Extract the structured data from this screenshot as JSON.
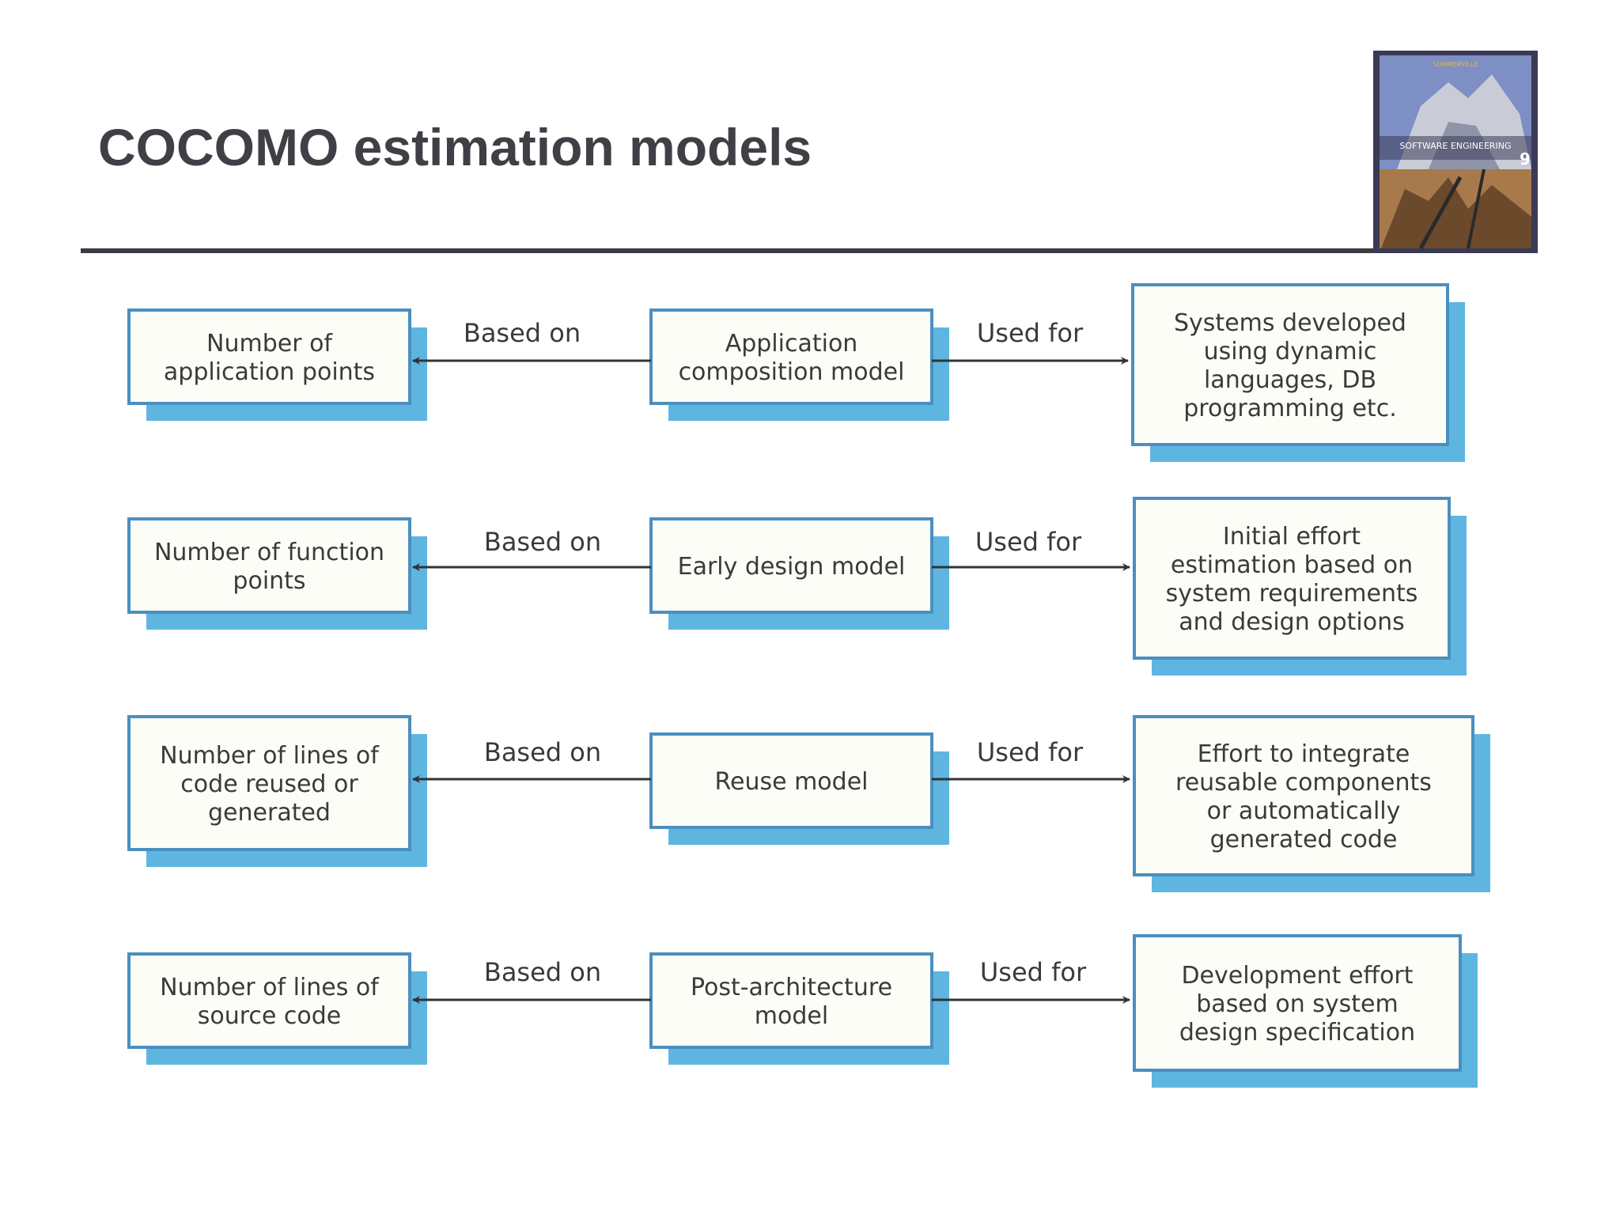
{
  "slide": {
    "title": "COCOMO estimation models"
  },
  "book_cover": {
    "author": "SOMMERVILLE",
    "title": "SOFTWARE ENGINEERING",
    "edition": "9",
    "colors": {
      "sky": "#7d8fc4",
      "frame": "#3a3a55",
      "building": "#a8794a",
      "accent": "#e8b73a"
    }
  },
  "colors": {
    "title": "#3f3f45",
    "rule": "#3c3c44",
    "box_border": "#4a8fc0",
    "box_fill": "#fdfdf7",
    "box_shadow": "#5eb6e0",
    "arrow": "#333333",
    "text": "#3a3a3a"
  },
  "diagram": {
    "left_edge_label": "Based on",
    "right_edge_label": "Used for",
    "rows": [
      {
        "basis": [
          "Number of",
          "application points"
        ],
        "model": [
          "Application",
          "composition model"
        ],
        "usage": [
          "Systems developed",
          "using dynamic",
          "languages, DB",
          "programming etc."
        ]
      },
      {
        "basis": [
          "Number of function",
          "points"
        ],
        "model": [
          "Early design model"
        ],
        "usage": [
          "Initial effort",
          "estimation based on",
          "system requirements",
          "and design options"
        ]
      },
      {
        "basis": [
          "Number of lines of",
          "code reused or",
          "generated"
        ],
        "model": [
          "Reuse model"
        ],
        "usage": [
          "Effort to integrate",
          "reusable components",
          "or automatically",
          "generated code"
        ]
      },
      {
        "basis": [
          "Number of lines of",
          "source code"
        ],
        "model": [
          "Post-architecture",
          "model"
        ],
        "usage": [
          "Development effort",
          "based on system",
          "design specification"
        ]
      }
    ]
  }
}
